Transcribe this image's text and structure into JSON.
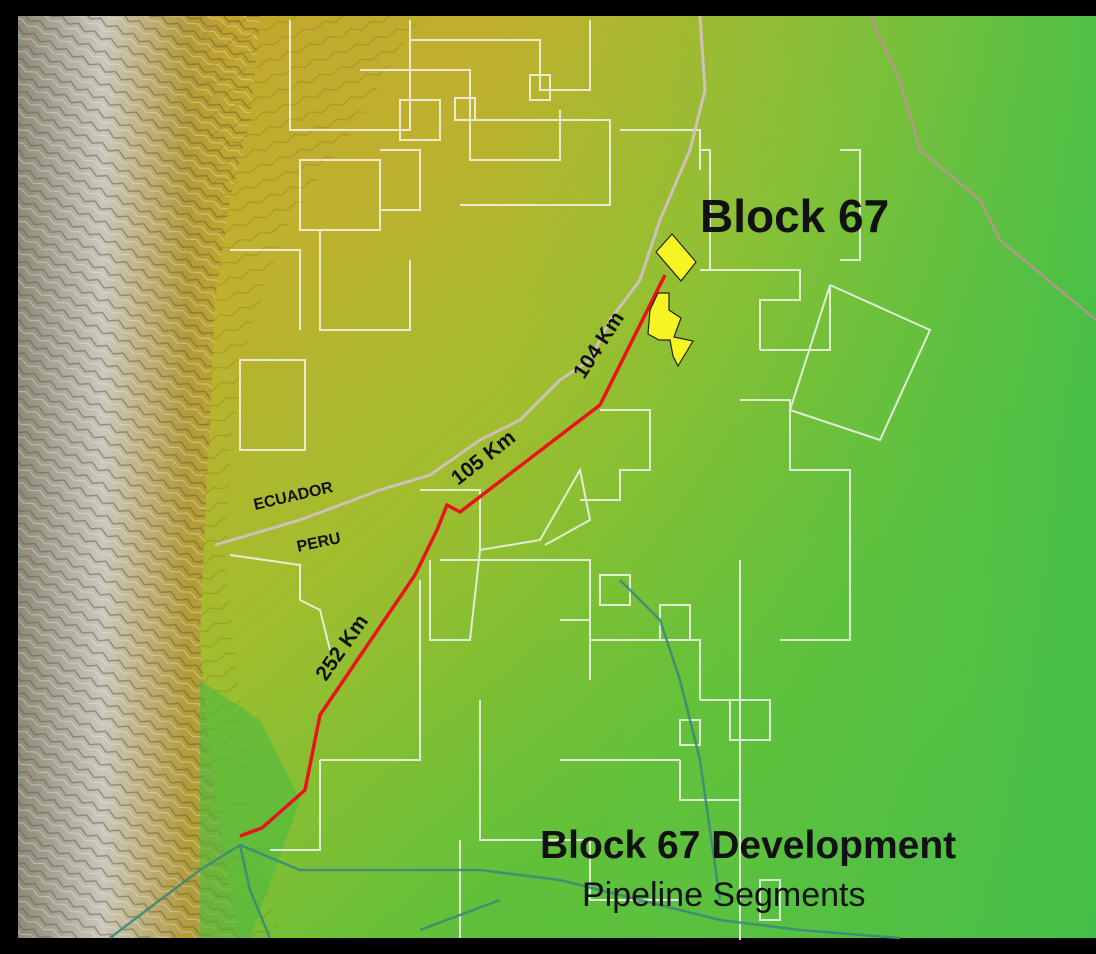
{
  "map": {
    "title_block": "Block 67",
    "development_title": "Block 67 Development",
    "development_subtitle": "Pipeline Segments",
    "countries": {
      "north": "ECUADOR",
      "south": "PERU"
    },
    "segments": [
      {
        "label": "104 Km"
      },
      {
        "label": "105 Km"
      },
      {
        "label": "252  Km"
      }
    ],
    "colors": {
      "pipeline": "#e8141a",
      "block_fill": "#f5f523",
      "border_line": "#cfc0b8",
      "concession_line": "#f4f4ee",
      "river": "#3d8a7a",
      "text": "#111111",
      "frame": "#000000"
    }
  }
}
